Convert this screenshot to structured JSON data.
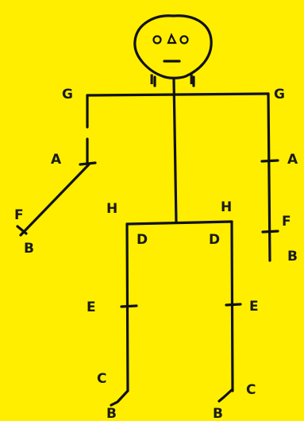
{
  "background_color": "#ffee00",
  "ink_color": "#111111",
  "labels": {
    "neck_left": "I",
    "neck_right": "I",
    "shoulder_left": "G",
    "shoulder_right": "G",
    "elbow_left": "A",
    "elbow_right": "A",
    "wrist_left": "F",
    "wrist_right": "F",
    "hand_left": "B",
    "hand_right": "B",
    "hip_left": "H",
    "hip_right": "H",
    "thigh_left": "D",
    "thigh_right": "D",
    "knee_left": "E",
    "knee_right": "E",
    "ankle_left": "C",
    "ankle_right": "C",
    "foot_left": "B",
    "foot_right": "B"
  }
}
